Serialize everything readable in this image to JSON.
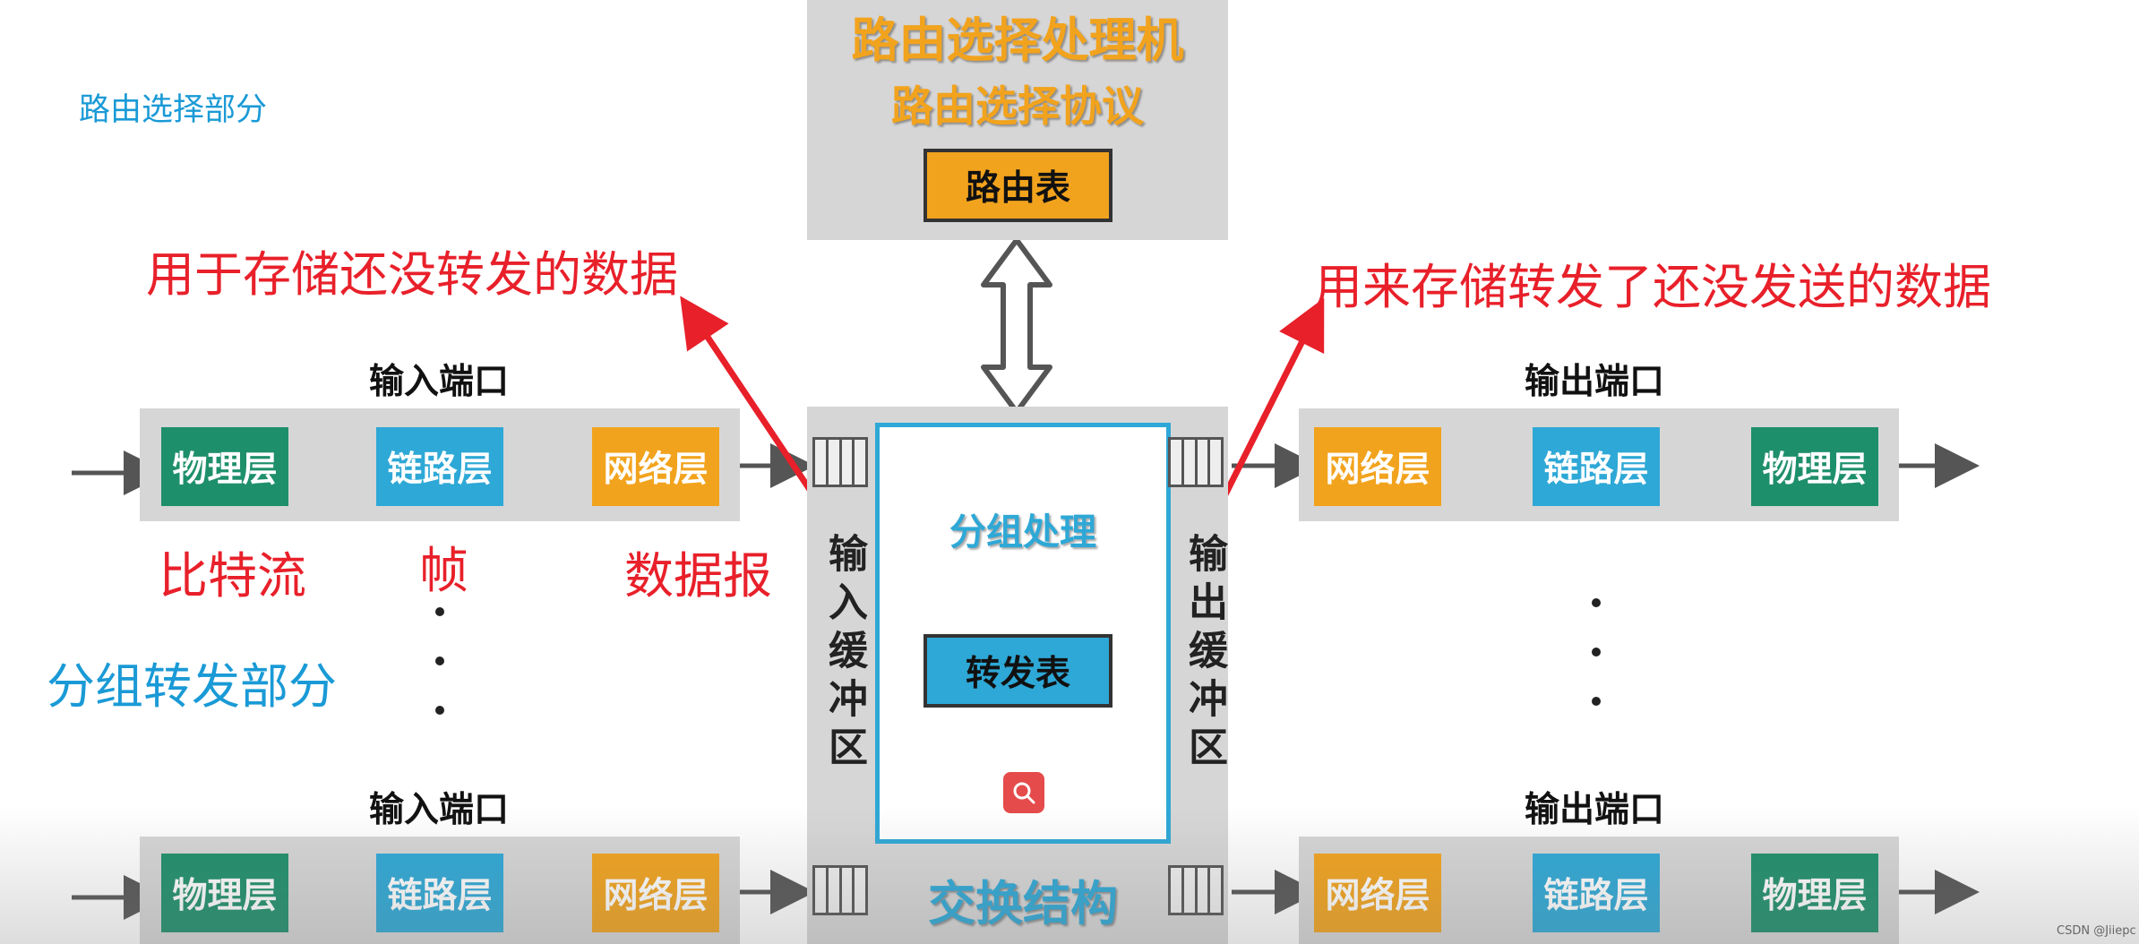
{
  "labels": {
    "routing_part": "路由选择部分",
    "forwarding_part": "分组转发部分"
  },
  "routing_processor": {
    "title": "路由选择处理机",
    "protocol": "路由选择协议",
    "table": "路由表"
  },
  "switch_fabric": {
    "processing": "分组处理",
    "forwarding_table": "转发表",
    "title": "交换结构"
  },
  "buffers": {
    "input": "输入缓冲区",
    "output": "输出缓冲区"
  },
  "annotations": {
    "input_note": "用于存储还没转发的数据",
    "output_note": "用来存储转发了还没发送的数据",
    "bitstream": "比特流",
    "frame": "帧",
    "datagram": "数据报"
  },
  "ports": {
    "input_title": "输入端口",
    "output_title": "输出端口",
    "input_layers": [
      "物理层",
      "链路层",
      "网络层"
    ],
    "output_layers": [
      "网络层",
      "链路层",
      "物理层"
    ]
  },
  "icons": {
    "search": "search-icon"
  },
  "colors": {
    "physical": "#1e8f6b",
    "link": "#2ea8d6",
    "network": "#f2a31d",
    "annotation": "#e8202a",
    "section_label": "#1a9ad6"
  },
  "watermark": "CSDN @Jiiepc"
}
